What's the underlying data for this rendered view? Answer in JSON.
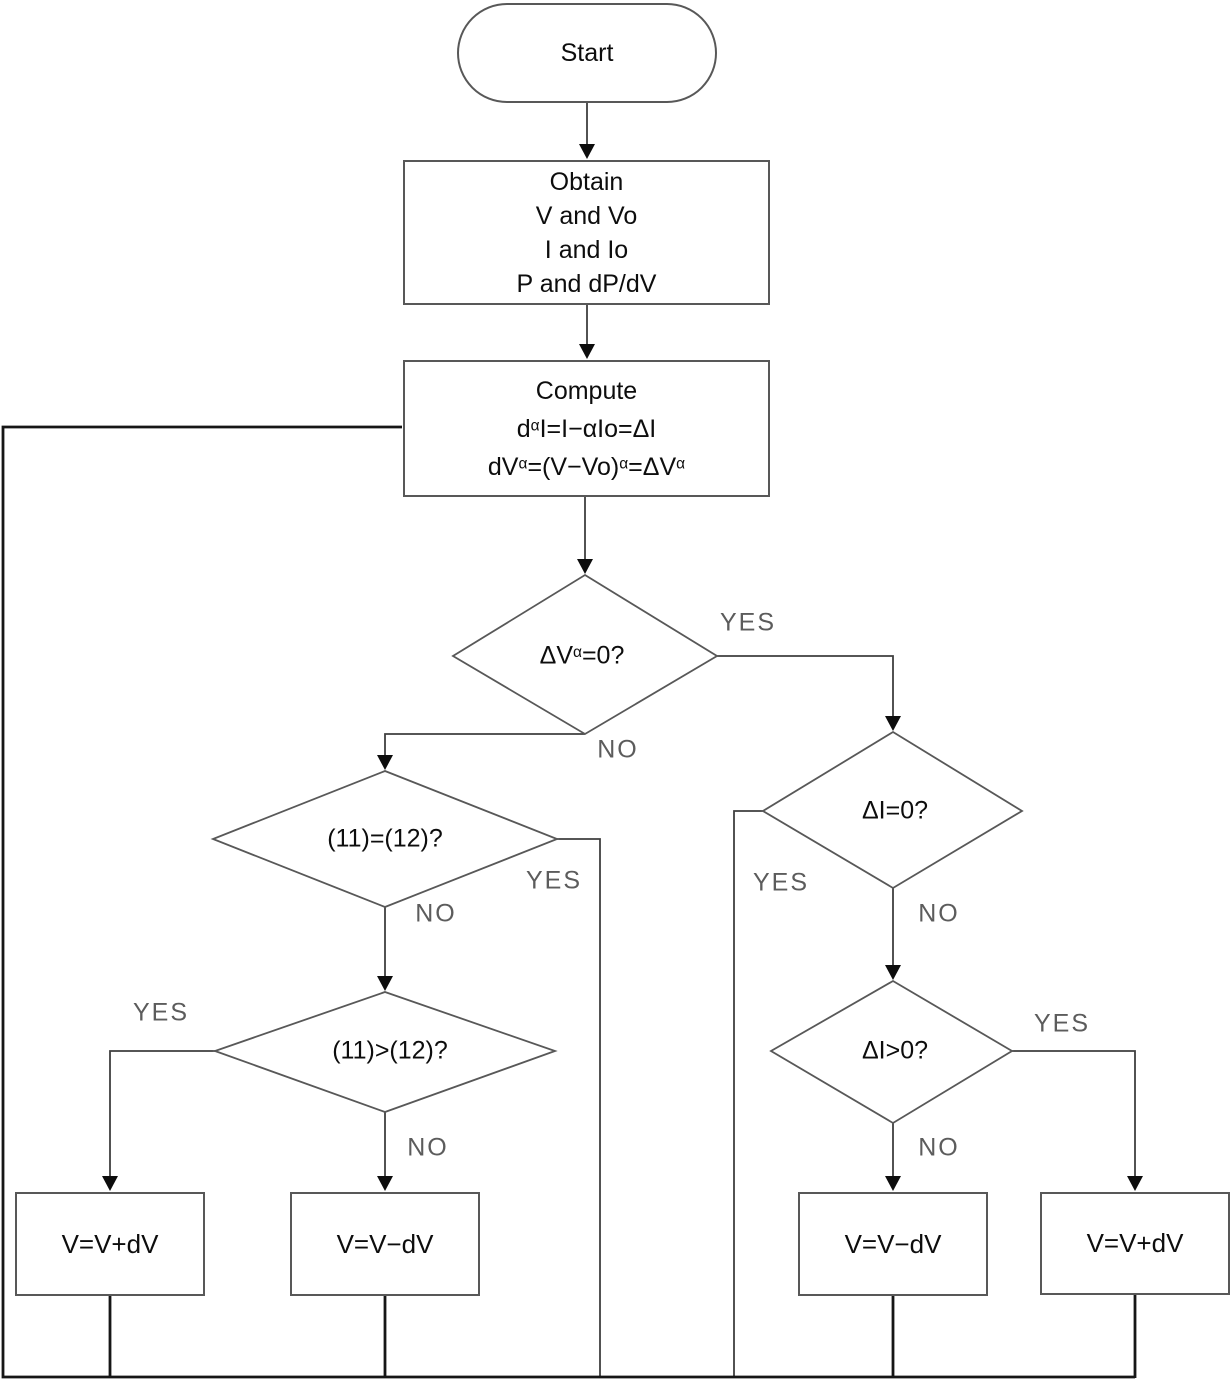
{
  "colors": {
    "background": "#ffffff",
    "shape_stroke": "#585858",
    "connector": "#3f3f3f",
    "loop_line": "#161616",
    "text": "#0d0d0d",
    "edge_label_gray": "#5c5c5c"
  },
  "nodes": {
    "start": {
      "label": "Start"
    },
    "obtain": {
      "lines": [
        "Obtain",
        "V and Vo",
        "I and Io",
        "P and dP/dV"
      ]
    },
    "compute": {
      "lines": [
        "Compute",
        "d^{α}I=I−αIo=ΔI",
        "dV^{α}=(V−Vo)^{α}=ΔV^{α}"
      ]
    },
    "decision_dv_alpha": {
      "label": "ΔV^{α}=0?"
    },
    "decision_11_eq_12": {
      "label": "(11)=(12)?"
    },
    "decision_11_gt_12": {
      "label": "(11)>(12)?"
    },
    "decision_di_eq_0": {
      "label": "ΔI=0?"
    },
    "decision_di_gt_0": {
      "label": "ΔI>0?"
    },
    "update_v_plus_left": {
      "label": "V=V+dV"
    },
    "update_v_minus_left": {
      "label": "V=V−dV"
    },
    "update_v_minus_right": {
      "label": "V=V−dV"
    },
    "update_v_plus_right": {
      "label": "V=V+dV"
    }
  },
  "edge_labels": {
    "dv_alpha_yes": "YES",
    "dv_alpha_no": "NO",
    "eq_yes": "YES",
    "eq_no": "NO",
    "gt_yes": "YES",
    "gt_no": "NO",
    "di0_yes": "YES",
    "di0_no": "NO",
    "digt_yes": "YES",
    "digt_no": "NO"
  }
}
